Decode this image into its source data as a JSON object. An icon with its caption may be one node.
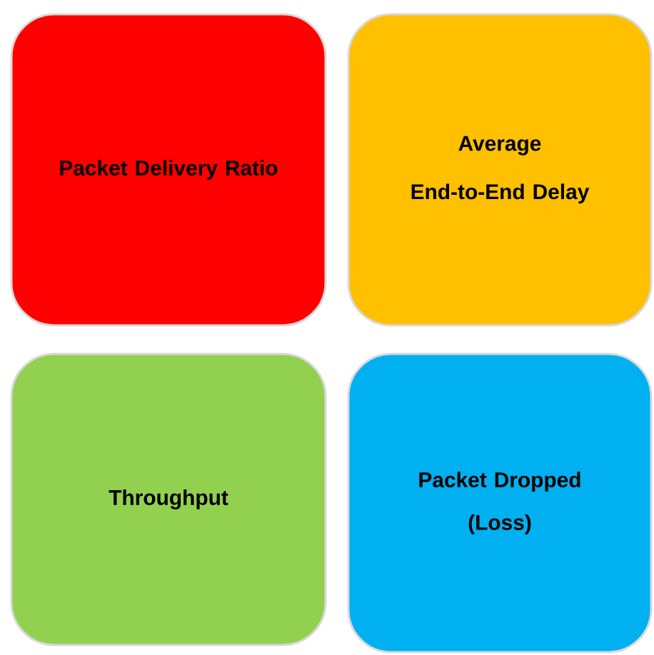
{
  "diagram": {
    "nodes": [
      {
        "text": [
          "Packet Delivery Ratio"
        ]
      },
      {
        "text": [
          "Average",
          "End-to-End Delay"
        ]
      },
      {
        "text": [
          "Throughput"
        ]
      },
      {
        "text": [
          "Packet Dropped",
          "(Loss)"
        ]
      }
    ]
  }
}
